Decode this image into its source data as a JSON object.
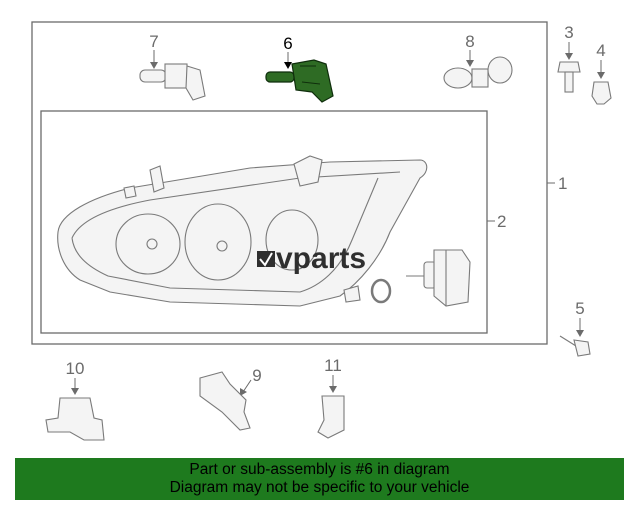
{
  "diagram": {
    "callouts": [
      "1",
      "2",
      "3",
      "4",
      "5",
      "6",
      "7",
      "8",
      "9",
      "10",
      "11"
    ],
    "highlighted_part": "6",
    "highlight_color": "#2e6b24",
    "watermark": "vparts"
  },
  "banner": {
    "line1": "Part or sub-assembly is #6 in diagram",
    "line2": "Diagram may not be specific to your vehicle",
    "background_color": "#1e7a1e"
  }
}
